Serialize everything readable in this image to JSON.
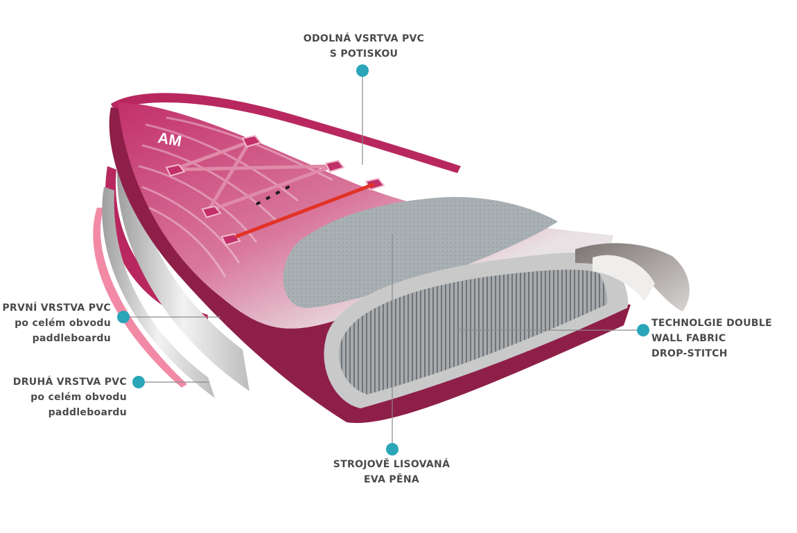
{
  "callouts": {
    "top": {
      "line1": "ODOLNÁ VSRTVA PVC",
      "line2": "S POTISKOU"
    },
    "left1": {
      "line1": "PRVNÍ VRSTVA PVC",
      "line2": "po celém obvodu",
      "line3": "paddleboardu"
    },
    "left2": {
      "line1": "DRUHÁ VRSTVA PVC",
      "line2": "po celém obvodu",
      "line3": "paddleboardu"
    },
    "right": {
      "line1": "TECHNOLGIE  DOUBLE",
      "line2": "WALL FABRIC",
      "line3": "DROP-STITCH"
    },
    "bottom": {
      "line1": "STROJOVĚ LISOVANÁ",
      "line2": "EVA PĚNA"
    }
  },
  "colors": {
    "board_magenta": "#b8285e",
    "board_dark": "#8e1f48",
    "accent_pink": "#f28aa6",
    "marker_teal": "#2aa6b8",
    "eva_gray": "#a9b0b3",
    "stitch_gray": "#9a9ea2",
    "leash_red": "#e23226",
    "label_text": "#4a4a4a"
  },
  "logo_text": "AM"
}
